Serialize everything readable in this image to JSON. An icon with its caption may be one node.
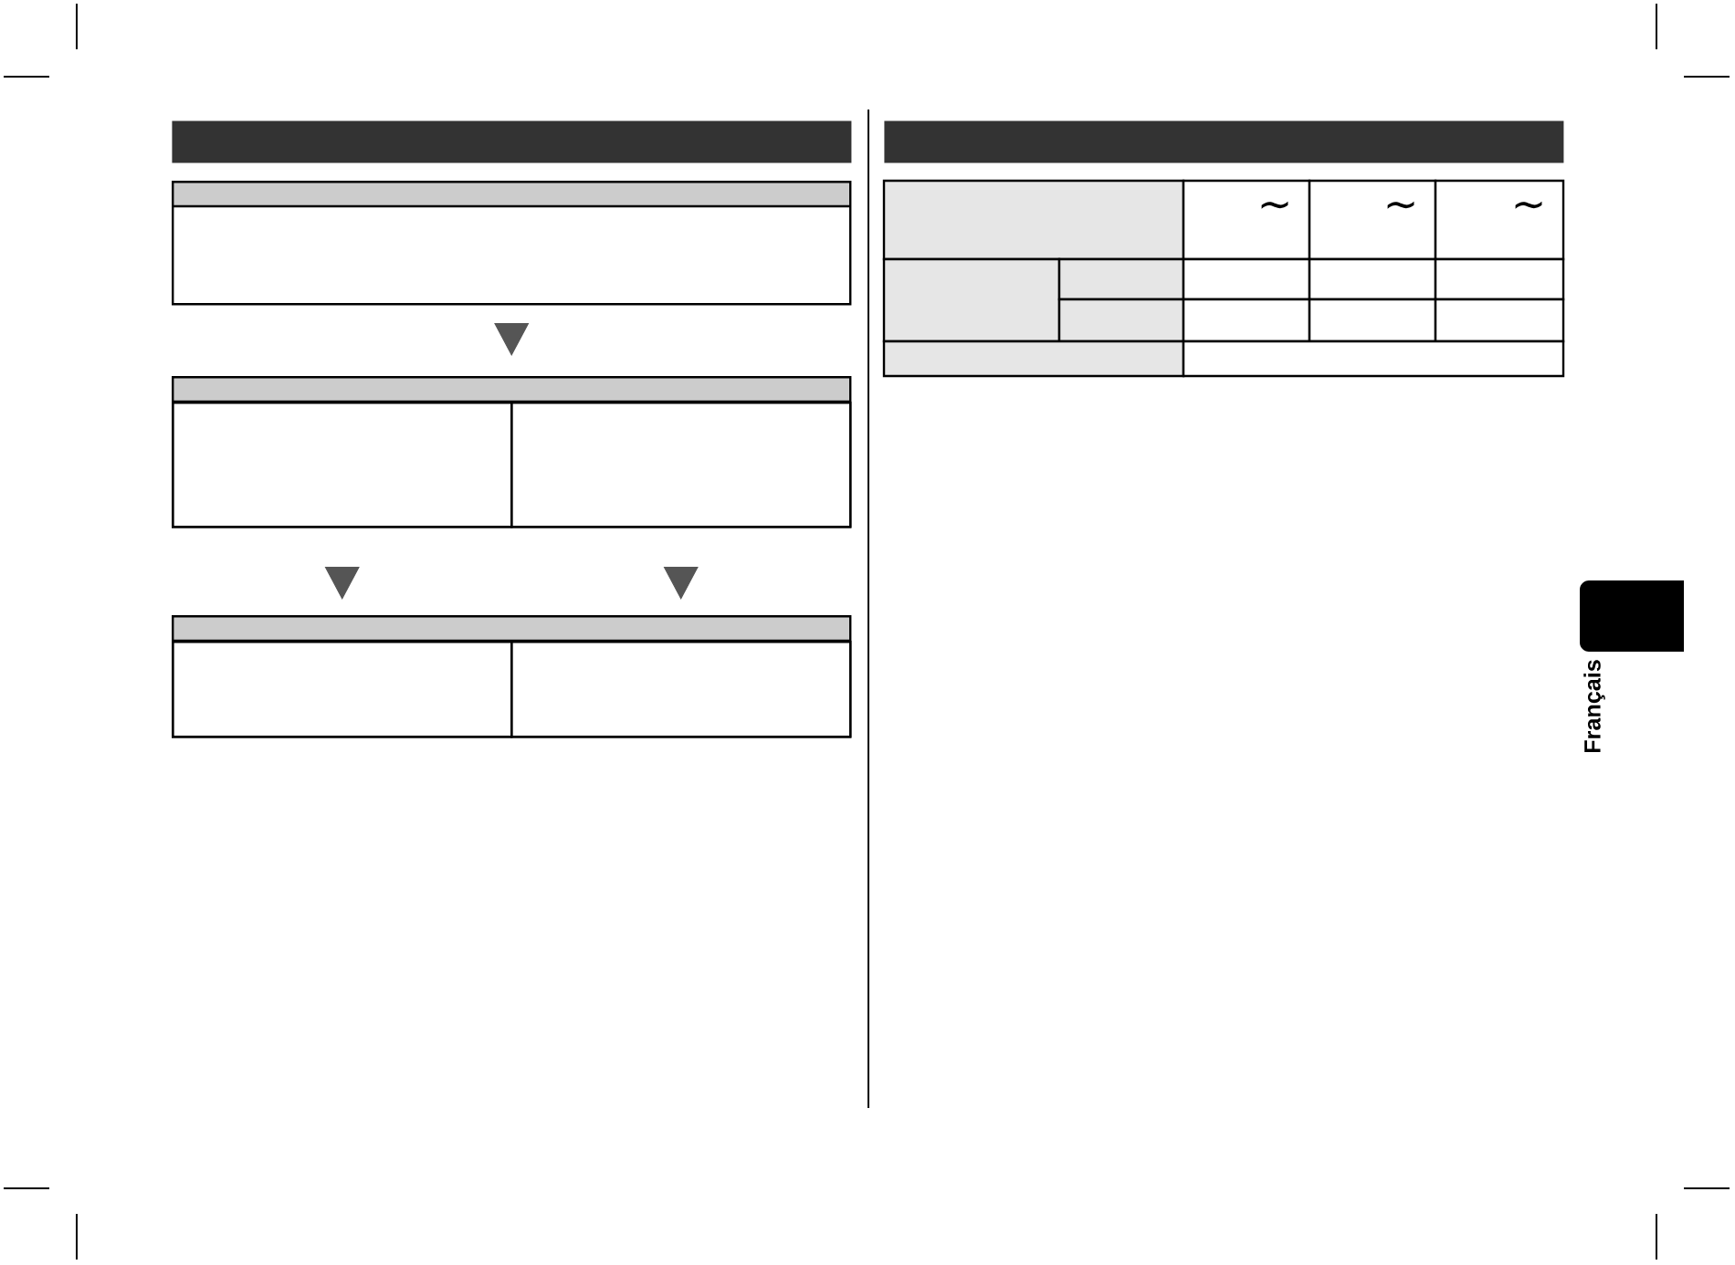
{
  "diagram": {
    "nodes": [
      {
        "text": [],
        "shape": "bar"
      },
      {
        "text": [],
        "shape": "box"
      },
      {
        "text": [],
        "shape": "box"
      },
      {
        "text": [],
        "shape": "box",
        "in": 2
      },
      {
        "text": [],
        "shape": "box",
        "in": 2
      },
      {
        "text": [],
        "shape": "box"
      },
      {
        "text": [],
        "shape": "box",
        "in": 5
      },
      {
        "text": [],
        "shape": "box",
        "in": 5
      },
      {
        "text": [],
        "shape": "bar"
      }
    ],
    "edges": [
      {
        "from": 1,
        "to": 2,
        "arrow": "to"
      },
      {
        "from": 3,
        "to": 6,
        "arrow": "to"
      },
      {
        "from": 4,
        "to": 7,
        "arrow": "to"
      }
    ],
    "labels": [
      "∼",
      "∼",
      "∼",
      "Français"
    ]
  }
}
